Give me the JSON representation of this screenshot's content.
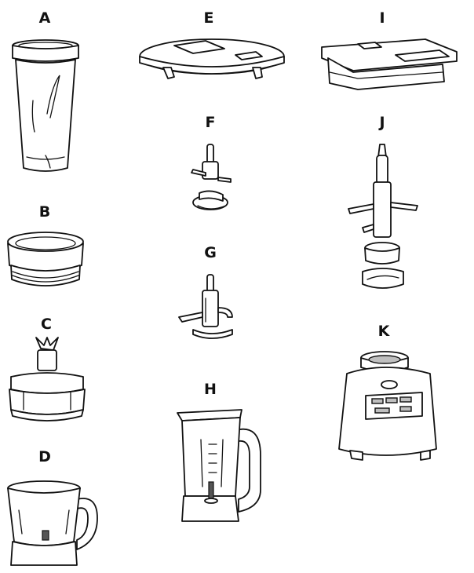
{
  "parts": [
    {
      "key": "A",
      "label": "A"
    },
    {
      "key": "B",
      "label": "B"
    },
    {
      "key": "C",
      "label": "C"
    },
    {
      "key": "D",
      "label": "D"
    },
    {
      "key": "E",
      "label": "E"
    },
    {
      "key": "F",
      "label": "F"
    },
    {
      "key": "G",
      "label": "G"
    },
    {
      "key": "H",
      "label": "H"
    },
    {
      "key": "I",
      "label": "I"
    },
    {
      "key": "J",
      "label": "J"
    },
    {
      "key": "K",
      "label": "K"
    }
  ],
  "colors": {
    "line": "#111111",
    "fill": "#ffffff",
    "shade": "#bfbfbf"
  }
}
